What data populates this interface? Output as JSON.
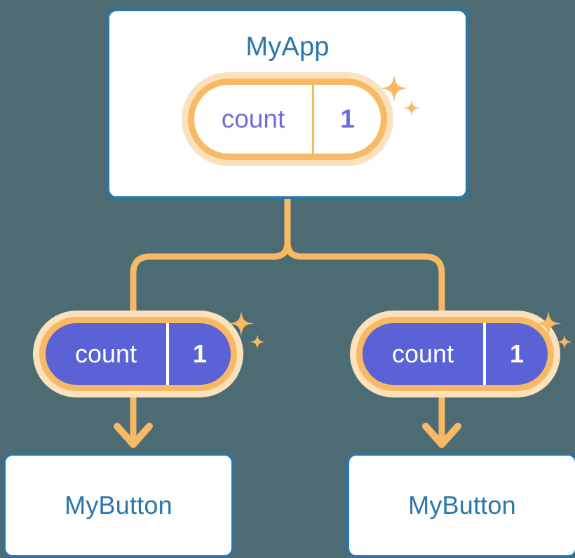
{
  "diagram": {
    "title_semantic": "react-state-propagation-tree",
    "background_color": "#4d6b73",
    "colors": {
      "card_border": "#2a76ab",
      "card_title_text": "#2a76ab",
      "card_fill": "#ffffff",
      "pill_border": "#f8b964",
      "pill_halo": "#fbe1bc",
      "pill_solid_fill": "#5b62d6",
      "pill_light_text": "#6b6fd8",
      "pill_solid_text": "#ffffff",
      "connector": "#f8b964",
      "sparkle": "#f8b964"
    }
  },
  "root": {
    "title": "MyApp",
    "state": {
      "key": "count",
      "value": "1"
    }
  },
  "children": [
    {
      "title": "MyButton",
      "state": {
        "key": "count",
        "value": "1"
      }
    },
    {
      "title": "MyButton",
      "state": {
        "key": "count",
        "value": "1"
      }
    }
  ],
  "icons": {
    "sparkle_large": "sparkle-icon",
    "sparkle_small": "sparkle-small-icon",
    "arrow": "arrow-down-icon"
  }
}
